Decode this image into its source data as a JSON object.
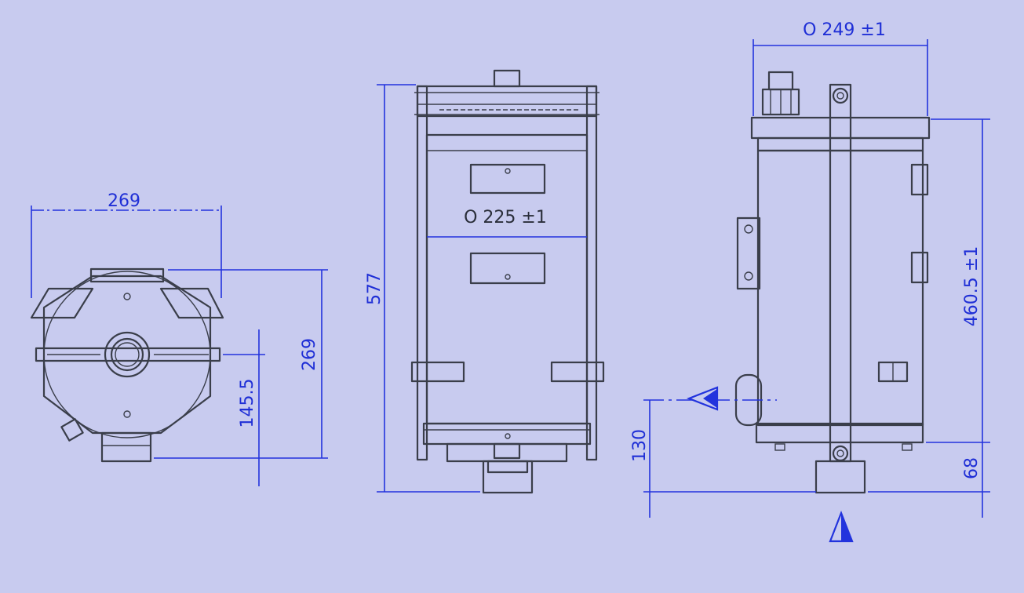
{
  "drawing": {
    "colors": {
      "background": "#c8cbef",
      "part_line": "#3a3e4a",
      "dimension": "#1f2fd6"
    },
    "top_view": {
      "width_dim": "269",
      "height_dim": "269",
      "offset_dim": "145.5"
    },
    "front_view": {
      "height_dim": "577",
      "diameter_dim": "O 225 ±1"
    },
    "side_view": {
      "diameter_dim": "O 249 ±1",
      "height_dim": "460.5 ±1",
      "base_dim": "68",
      "outlet_dim": "130"
    }
  }
}
